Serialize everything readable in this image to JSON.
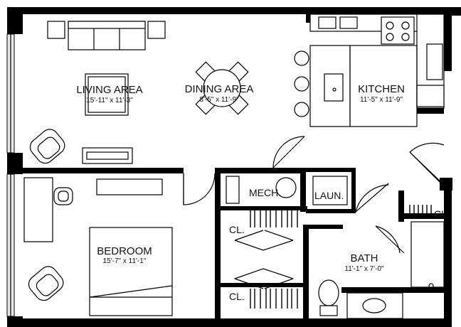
{
  "rooms": {
    "living": {
      "name": "LIVING AREA",
      "dims": "15'-11\" x 11'-3\""
    },
    "dining": {
      "name": "DINING AREA",
      "dims": "8'-5\" x 11'-9\""
    },
    "kitchen": {
      "name": "KITCHEN",
      "dims": "11'-5\" x 11'-9\""
    },
    "bedroom": {
      "name": "BEDROOM",
      "dims": "15'-7\" x 11'-1\""
    },
    "bath": {
      "name": "BATH",
      "dims": "11'-1\" x 7'-0\""
    },
    "mech": {
      "name": "MECH."
    },
    "laun": {
      "name": "LAUN."
    },
    "closet_upper": {
      "name": "CL."
    },
    "closet_lower": {
      "name": "CL."
    },
    "closet_bath": {
      "name": "CL"
    }
  }
}
